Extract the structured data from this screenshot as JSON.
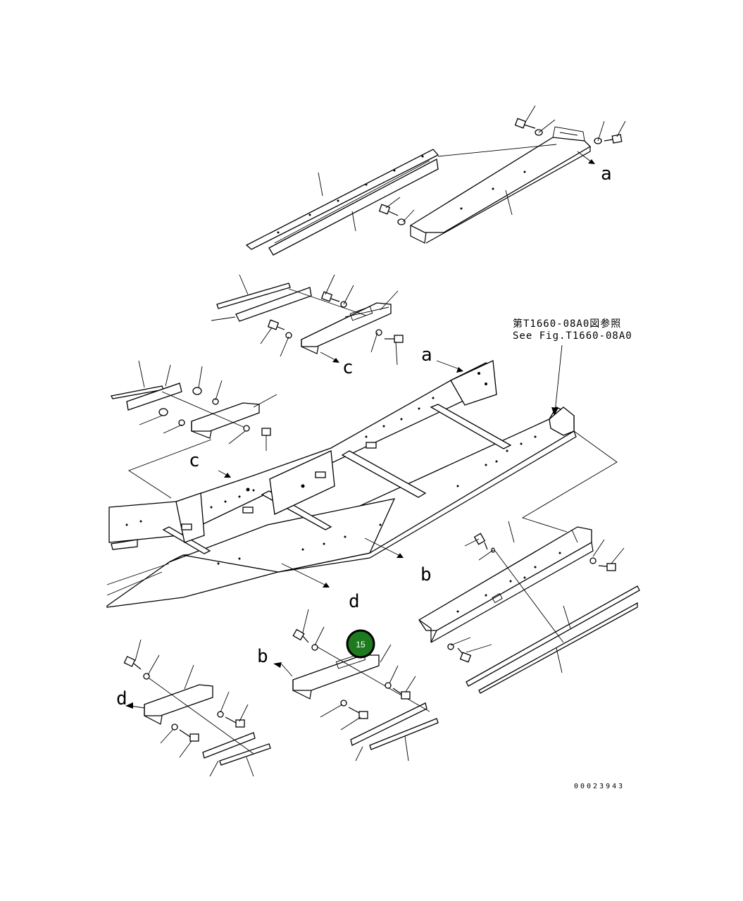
{
  "reference_note": {
    "line_jp": "第T1660-08A0図参照",
    "line_en": "See Fig.T1660-08A0"
  },
  "view_labels": [
    "a",
    "a",
    "b",
    "b",
    "c",
    "c",
    "d",
    "d"
  ],
  "callouts": [
    {
      "number": "15",
      "color": "#1e7a1e",
      "border": "#000000"
    }
  ],
  "document_number": "00023943"
}
